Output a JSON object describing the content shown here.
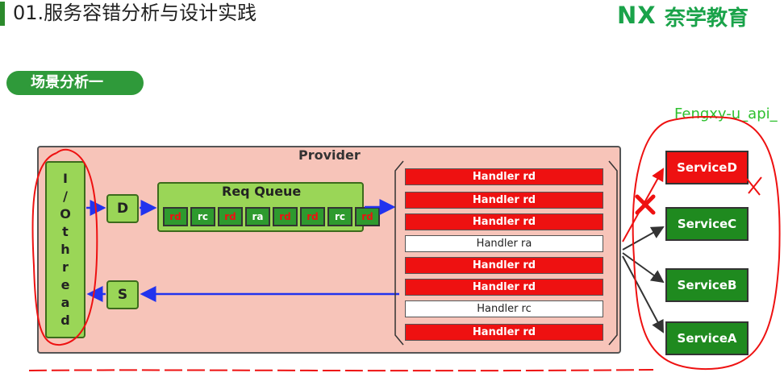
{
  "header": {
    "title": "01.服务容错分析与设计实践",
    "brand_mark": "NX",
    "brand_name": "奈学教育"
  },
  "section": {
    "label": "场景分析一"
  },
  "watermark": "Fengxy-u_api_",
  "provider": {
    "label": "Provider",
    "io_thread_chars": [
      "I",
      "/",
      "O",
      "t",
      "h",
      "r",
      "e",
      "a",
      "d"
    ],
    "d_label": "D",
    "s_label": "S",
    "req_queue": {
      "label": "Req Queue",
      "cells": [
        {
          "text": "rd",
          "color": "#ee1111"
        },
        {
          "text": "rc",
          "color": "#ffffff"
        },
        {
          "text": "rd",
          "color": "#ee1111"
        },
        {
          "text": "ra",
          "color": "#ffffff"
        },
        {
          "text": "rd",
          "color": "#ee1111"
        },
        {
          "text": "rd",
          "color": "#ee1111"
        },
        {
          "text": "rc",
          "color": "#ffffff"
        },
        {
          "text": "rd",
          "color": "#ee1111"
        }
      ]
    },
    "handlers": [
      {
        "label": "Handler rd",
        "style": "red"
      },
      {
        "label": "Handler rd",
        "style": "red"
      },
      {
        "label": "Handler rd",
        "style": "red"
      },
      {
        "label": "Handler ra",
        "style": "white"
      },
      {
        "label": "Handler rd",
        "style": "red"
      },
      {
        "label": "Handler rd",
        "style": "red"
      },
      {
        "label": "Handler rc",
        "style": "white"
      },
      {
        "label": "Handler rd",
        "style": "red"
      }
    ]
  },
  "services": [
    {
      "label": "ServiceD",
      "style": "red"
    },
    {
      "label": "ServiceC",
      "style": "green"
    },
    {
      "label": "ServiceB",
      "style": "green"
    },
    {
      "label": "ServiceA",
      "style": "green"
    }
  ],
  "colors": {
    "accent_green": "#2f9a3a",
    "box_green": "#9ad657",
    "provider_bg": "#f7c4b9",
    "fail_red": "#ee1111",
    "ok_green": "#1f8a1f",
    "arrow_blue": "#2233ee"
  }
}
